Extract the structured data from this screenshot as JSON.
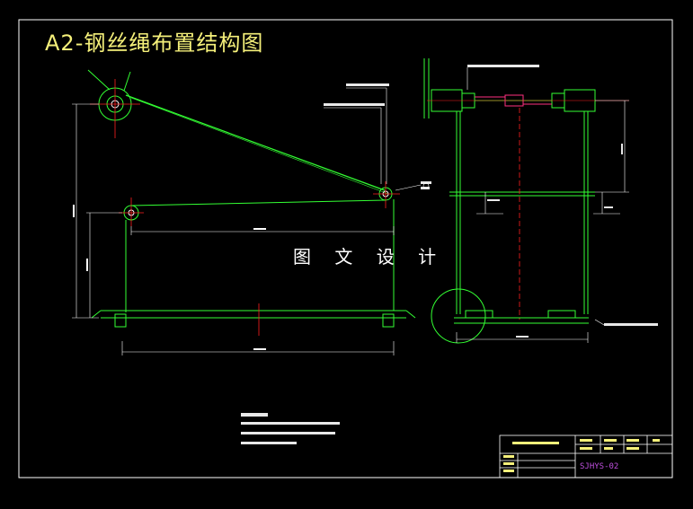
{
  "drawing": {
    "title": "A2-钢丝绳布置结构图",
    "watermark": "图 文 设 计",
    "drawing_number": "SJHYS-02"
  },
  "colors": {
    "background": "#000000",
    "frame": "#ffffff",
    "geometry": "#33ff33",
    "centerline": "#ff2020",
    "title": "#f5f07a",
    "dimension": "#ffffff",
    "drawing_number": "#c050e0"
  }
}
